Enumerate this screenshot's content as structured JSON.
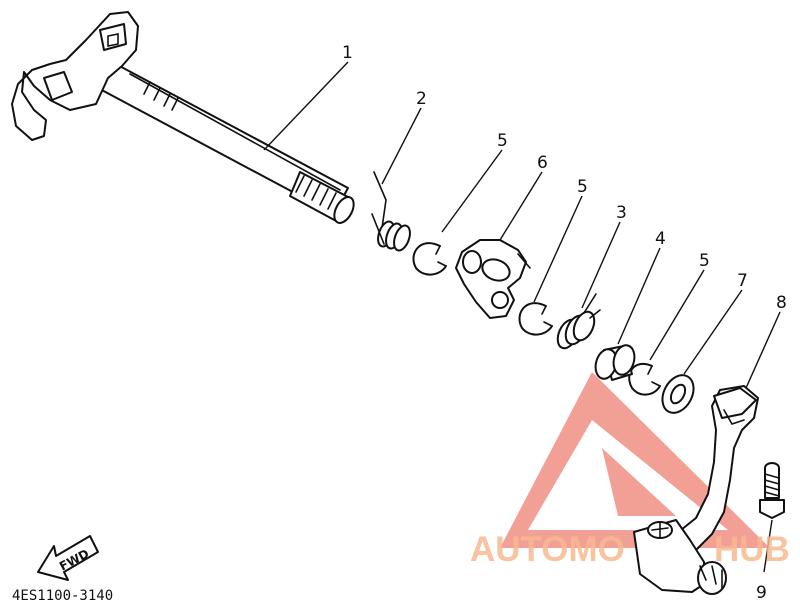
{
  "diagram": {
    "parts": [
      {
        "number": "1",
        "label": "1"
      },
      {
        "number": "2",
        "label": "2"
      },
      {
        "number": "3",
        "label": "3"
      },
      {
        "number": "4",
        "label": "4"
      },
      {
        "number": "5",
        "label": "5"
      },
      {
        "number": "6",
        "label": "6"
      },
      {
        "number": "7",
        "label": "7"
      },
      {
        "number": "8",
        "label": "8"
      },
      {
        "number": "9",
        "label": "9"
      }
    ],
    "callouts": [
      "1",
      "2",
      "5",
      "6",
      "5",
      "3",
      "4",
      "5",
      "7",
      "8",
      "9"
    ],
    "fwd_label": "FWD",
    "drawing_code": "4ES1100-3140"
  },
  "watermark": {
    "text_left": "AUTOMO",
    "text_right": "HUB",
    "color": "#f08a80",
    "text_color": "#f7b98f"
  }
}
